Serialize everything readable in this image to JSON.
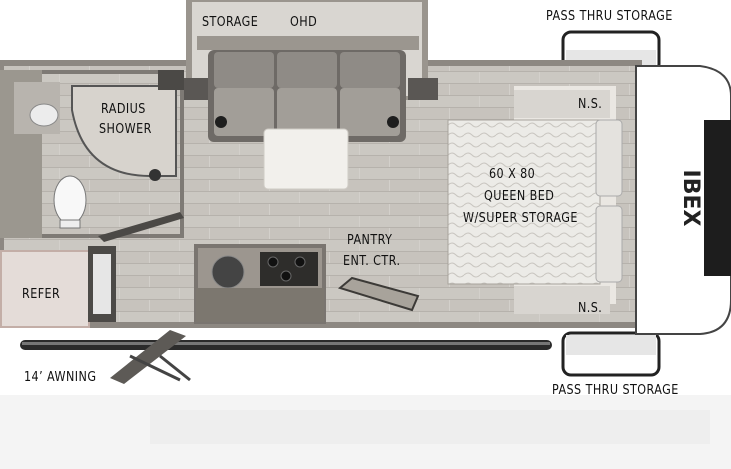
{
  "labels": {
    "storage": "STORAGE",
    "ohd": "OHD",
    "pass_thru_top": "PASS THRU STORAGE",
    "pass_thru_bottom": "PASS THRU STORAGE",
    "radius_shower_1": "RADIUS",
    "radius_shower_2": "SHOWER",
    "ns_top": "N.S.",
    "ns_bottom": "N.S.",
    "bed_1": "60 X 80",
    "bed_2": "QUEEN BED",
    "bed_3": "W/SUPER STORAGE",
    "pantry_1": "PANTRY",
    "pantry_2": "ENT. CTR.",
    "refer": "REFER",
    "awning": "14’ AWNING"
  },
  "brand": "IBEX",
  "colors": {
    "floor": "#cfccc7",
    "floor_line": "#bab6b0",
    "wall": "#8a857f",
    "wall_dark": "#3b3a38",
    "bed": "#eceae6",
    "cap": "#ffffff"
  }
}
